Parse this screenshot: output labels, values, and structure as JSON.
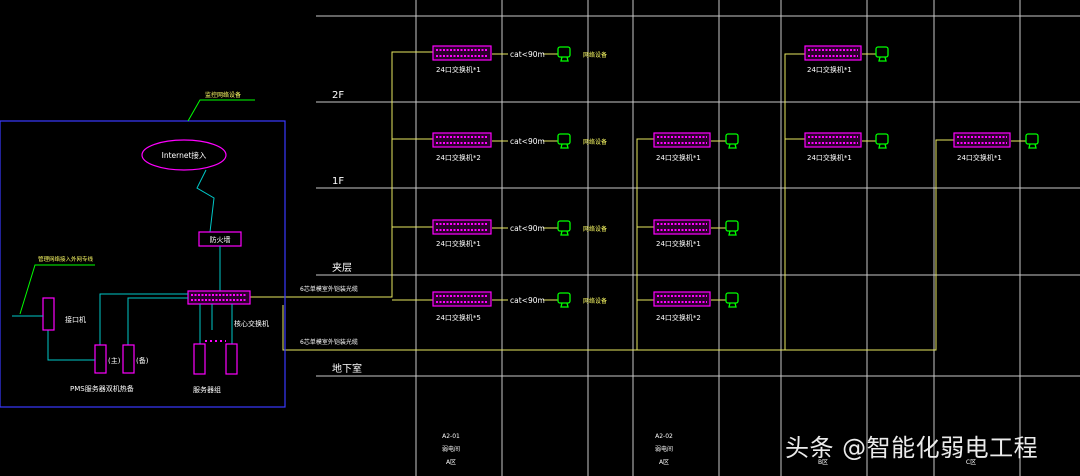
{
  "floors": [
    "2F",
    "1F",
    "夹层",
    "地下室"
  ],
  "cabinets": [
    {
      "code": "A2-01",
      "name": "弱电间",
      "column": "A区"
    },
    {
      "code": "A2-02",
      "name": "弱电间",
      "column": "A区"
    },
    {
      "code": "",
      "name": "",
      "column": "B区"
    },
    {
      "code": "",
      "name": "",
      "column": "C区"
    }
  ],
  "switches": {
    "a_2f": "24口交换机*1",
    "a_1f": "24口交换机*2",
    "a_mez": "24口交换机*1",
    "a_base": "24口交换机*5",
    "b_1f": "24口交换机*1",
    "b_mid": "24口交换机*1",
    "b_base": "24口交换机*2",
    "c_2f": "24口交换机*1",
    "c_1f": "24口交换机*1",
    "d_1f": "24口交换机*1"
  },
  "links": {
    "cable": "cat<90m",
    "terminal": "网络设备",
    "fiber": "6芯单模室外铠装光缆"
  },
  "core": {
    "internet": "Internet接入",
    "internet_label": "监控网络设备",
    "firewall": "防火墙",
    "core_switch": "核心交换机",
    "network_label": "管理网络接入外网专线",
    "gateway": "接口机",
    "pms_main": "(主)",
    "pms_backup": "(备)",
    "pms_label": "PMS服务器双机热备",
    "server_label": "服务器组"
  },
  "watermark": "头条 @智能化弱电工程",
  "colors": {
    "grid": "#c8c8c8",
    "switch": "#ff00ff",
    "cable": "#e8e860",
    "monitor": "#00ff00",
    "frame": "#3a3aff",
    "teal": "#00c8c8",
    "label": "#ffff66"
  }
}
